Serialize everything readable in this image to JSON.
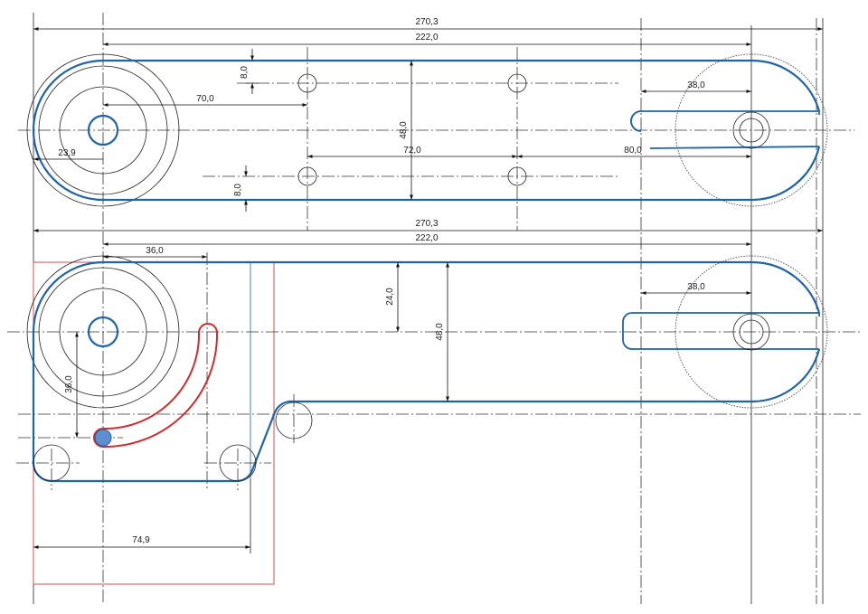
{
  "colors": {
    "outline": "#1f63a8",
    "slot": "#d42a2a",
    "frame": "#d05050",
    "pin_fill": "#5b8fcf",
    "lines": "#222222"
  },
  "views": {
    "top": {
      "dims": {
        "overall": "270,3",
        "centers": "222,0",
        "hole_offset_top": "8,0",
        "hole_pos": "70,0",
        "width": "48,0",
        "radius": "23,9",
        "hole_spacing": "72,0",
        "slot_length": "80,0",
        "hole_offset_bottom": "8,0",
        "slot_offset": "38,0"
      }
    },
    "bottom": {
      "dims": {
        "overall": "270,3",
        "centers": "222,0",
        "offset": "36,0",
        "half_width": "24,0",
        "width": "48,0",
        "slot_offset": "38,0",
        "arc_radius": "36,0",
        "base_length": "74,9"
      }
    }
  }
}
